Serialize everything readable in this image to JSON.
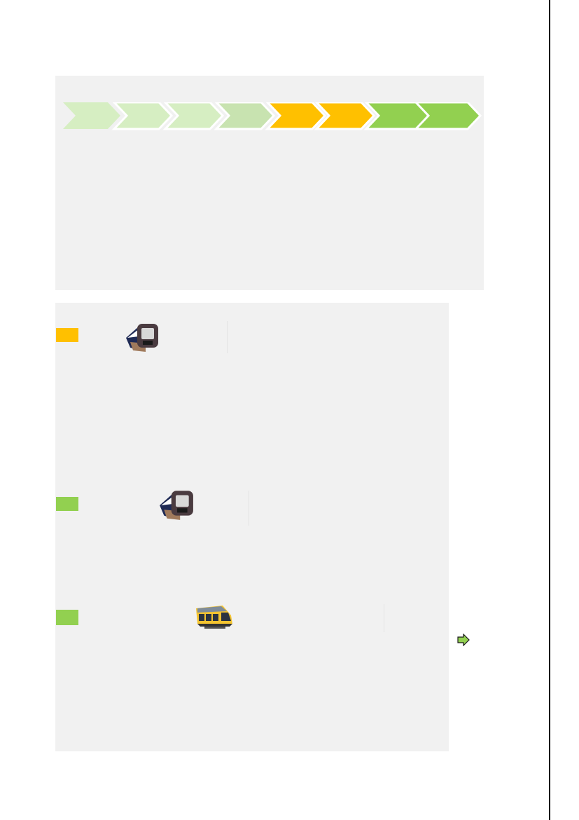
{
  "colors": {
    "page_background": "#ffffff",
    "panel_background": "#f1f1f1",
    "stage_light_green": "#d6eec2",
    "stage_mid_green": "#c8e3b0",
    "stage_amber": "#ffc000",
    "stage_green": "#92d050",
    "edge_line": "#000000"
  },
  "timeline": {
    "stages": [
      {
        "color": "light-green"
      },
      {
        "color": "light-green"
      },
      {
        "color": "light-green"
      },
      {
        "color": "mid-green"
      },
      {
        "color": "amber"
      },
      {
        "color": "amber"
      },
      {
        "color": "green"
      },
      {
        "color": "green"
      }
    ]
  },
  "sections": [
    {
      "status_color": "amber",
      "icon": "metro-train-front-icon"
    },
    {
      "status_color": "green",
      "icon": "metro-train-front-icon"
    },
    {
      "status_color": "green",
      "icon": "tram-icon"
    }
  ],
  "side_marker": {
    "icon": "right-arrow-icon",
    "color": "green"
  }
}
